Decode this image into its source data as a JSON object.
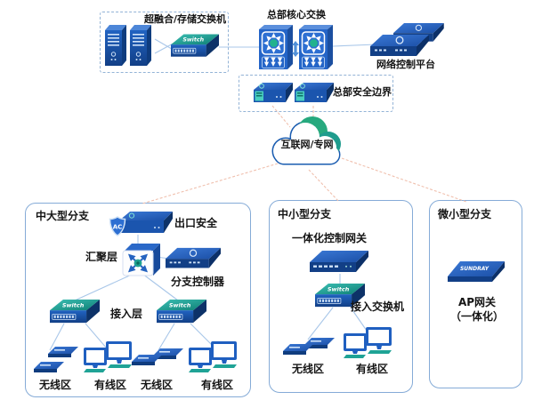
{
  "colors": {
    "device_blue": "#2163c2",
    "device_blue_dark": "#0d3268",
    "device_top_teal": "#2fb3a8",
    "accent_green": "#22b28e",
    "cloud_border": "#1a5cb0",
    "cloud_green": "#27a97e",
    "line_blue": "#a9c7e9",
    "line_pink": "#f0c0ae",
    "box_border": "#85abd7",
    "text": "#141414"
  },
  "headquarters": {
    "hyper_converged_label": "超融合/存储交换机",
    "core_switch_label": "总部核心交换",
    "control_platform_label": "网络控制平台",
    "security_boundary_label": "总部安全边界"
  },
  "cloud": {
    "label": "互联网/专网"
  },
  "device_texts": {
    "switch": "Switch",
    "sundray": "SUNDRAY",
    "ac_badge": "AC"
  },
  "branches": {
    "large": {
      "title": "中大型分支",
      "exit_security": "出口安全",
      "aggregation_layer": "汇聚层",
      "branch_controller": "分支控制器",
      "access_layer": "接入层",
      "zones": [
        "无线区",
        "有线区",
        "无线区",
        "有线区"
      ]
    },
    "medium": {
      "title": "中小型分支",
      "gateway": "一体化控制网关",
      "access_switch": "接入交换机",
      "wireless_zone": "无线区",
      "wired_zone": "有线区"
    },
    "micro": {
      "title": "微小型分支",
      "ap_gateway_line1": "AP网关",
      "ap_gateway_line2": "（一体化）"
    }
  }
}
